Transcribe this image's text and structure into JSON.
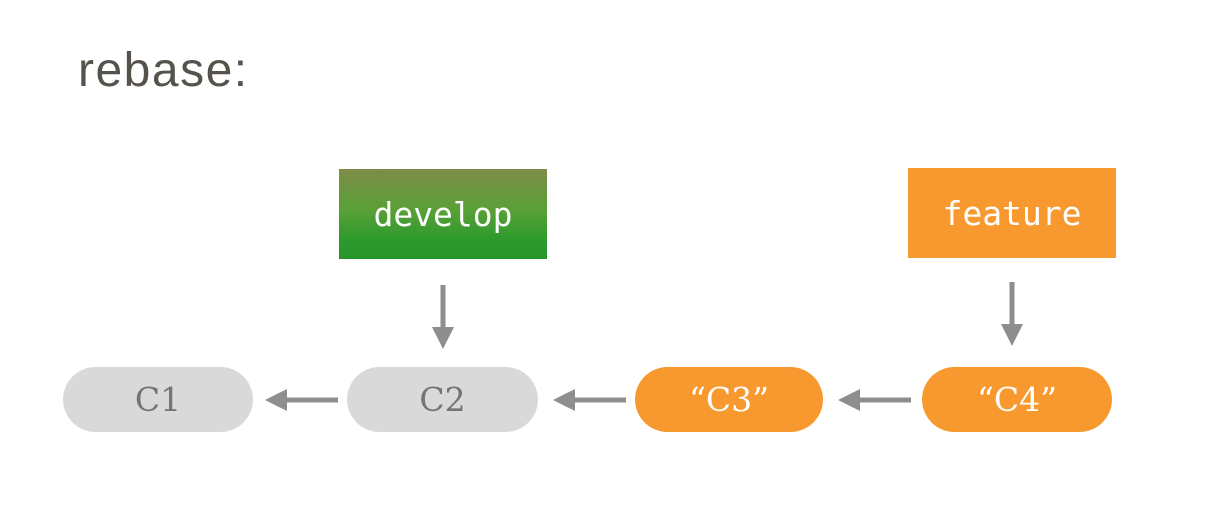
{
  "title": "rebase:",
  "colors": {
    "title_text": "#56534d",
    "branch_green_top": "#7e8c49",
    "branch_green_bottom": "#27942a",
    "branch_orange": "#f8992f",
    "commit_gray_bg": "#d9d9d9",
    "commit_gray_text": "#767472",
    "commit_orange_bg": "#f8992f",
    "commit_orange_text": "#ffffff",
    "arrow": "#8e8e8e",
    "background": "#ffffff"
  },
  "branches": [
    {
      "name": "develop",
      "label": "develop",
      "points_to": "C2",
      "style": "green-gradient"
    },
    {
      "name": "feature",
      "label": "feature",
      "points_to": "C4",
      "style": "orange"
    }
  ],
  "commits": [
    {
      "id": "C1",
      "label": "C1",
      "state": "existing"
    },
    {
      "id": "C2",
      "label": "C2",
      "state": "existing"
    },
    {
      "id": "C3",
      "label": "“C3”",
      "state": "rebased-copy"
    },
    {
      "id": "C4",
      "label": "“C4”",
      "state": "rebased-copy"
    }
  ],
  "edges": [
    {
      "from": "C2",
      "to": "C1"
    },
    {
      "from": "C3",
      "to": "C2"
    },
    {
      "from": "C4",
      "to": "C3"
    },
    {
      "from": "develop",
      "to": "C2"
    },
    {
      "from": "feature",
      "to": "C4"
    }
  ]
}
